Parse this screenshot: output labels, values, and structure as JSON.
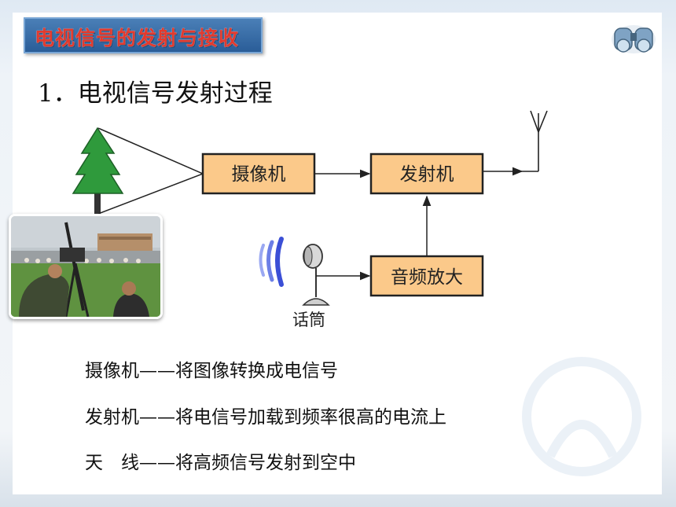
{
  "slide": {
    "title": "电视信号的发射与接收",
    "heading": "1．电视信号发射过程"
  },
  "diagram": {
    "camera_label": "摄像机",
    "transmitter_label": "发射机",
    "amplifier_label": "音频放大",
    "mic_label": "话筒",
    "colors": {
      "box_fill": "#fbc98a",
      "box_stroke": "#222222",
      "tree_fill": "#2f9a3c",
      "sound_wave": "#3b4fd6"
    }
  },
  "descriptions": [
    "摄像机——将图像转换成电信号",
    "发射机——将电信号加载到频率很高的电流上",
    "天　线——将高频信号发射到空中"
  ],
  "icons": [
    "binoculars-icon",
    "tree-icon",
    "antenna-icon",
    "microphone-icon",
    "sound-wave-icon"
  ]
}
